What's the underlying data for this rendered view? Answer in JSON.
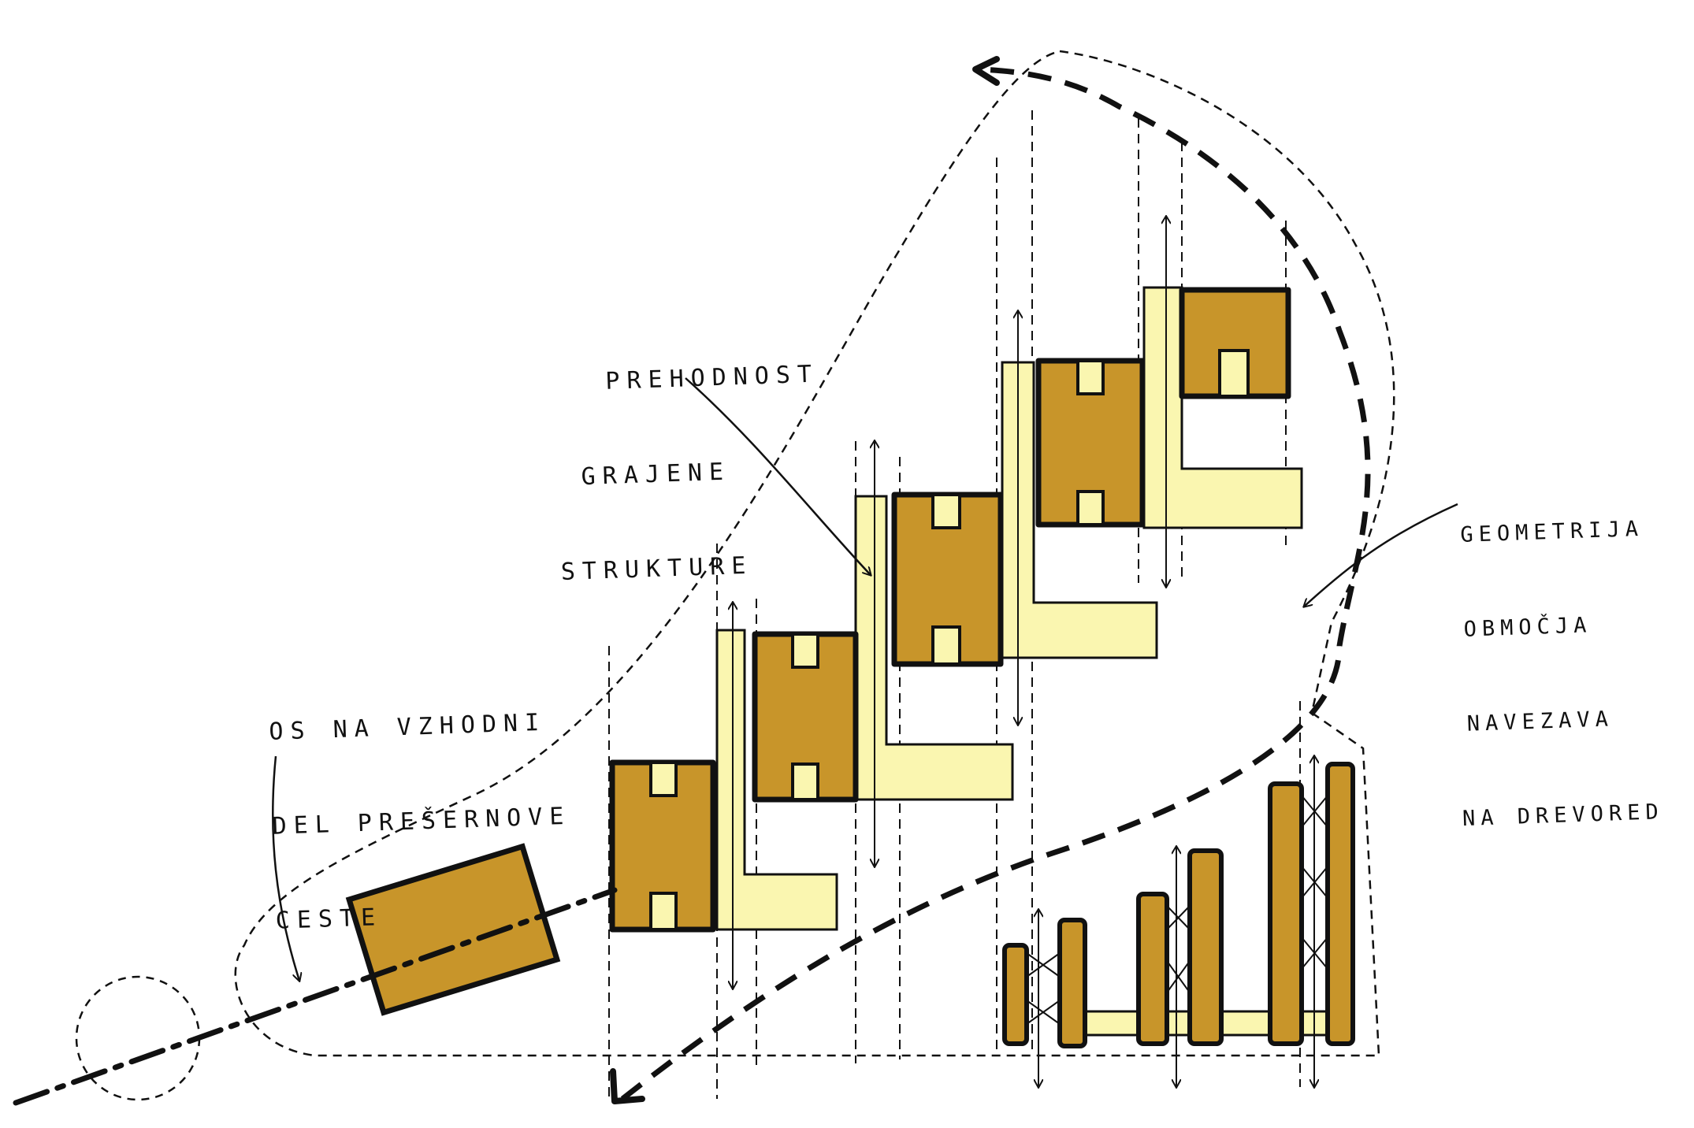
{
  "labels": {
    "prehodnost": [
      "PREHODNOST",
      "GRAJENE",
      "STRUKTURE"
    ],
    "os": [
      "OS NA VZHODNI",
      "DEL PREŠERNOVE",
      "CESTE"
    ],
    "geometrija": [
      "GEOMETRIJA",
      "OBMOČJA",
      "NAVEZAVA",
      "NA DREVORED"
    ]
  },
  "colors": {
    "building": "#C8952A",
    "pale_yellow": "#FAF6B0",
    "ink": "#111111",
    "background": "#FFFFFF"
  }
}
